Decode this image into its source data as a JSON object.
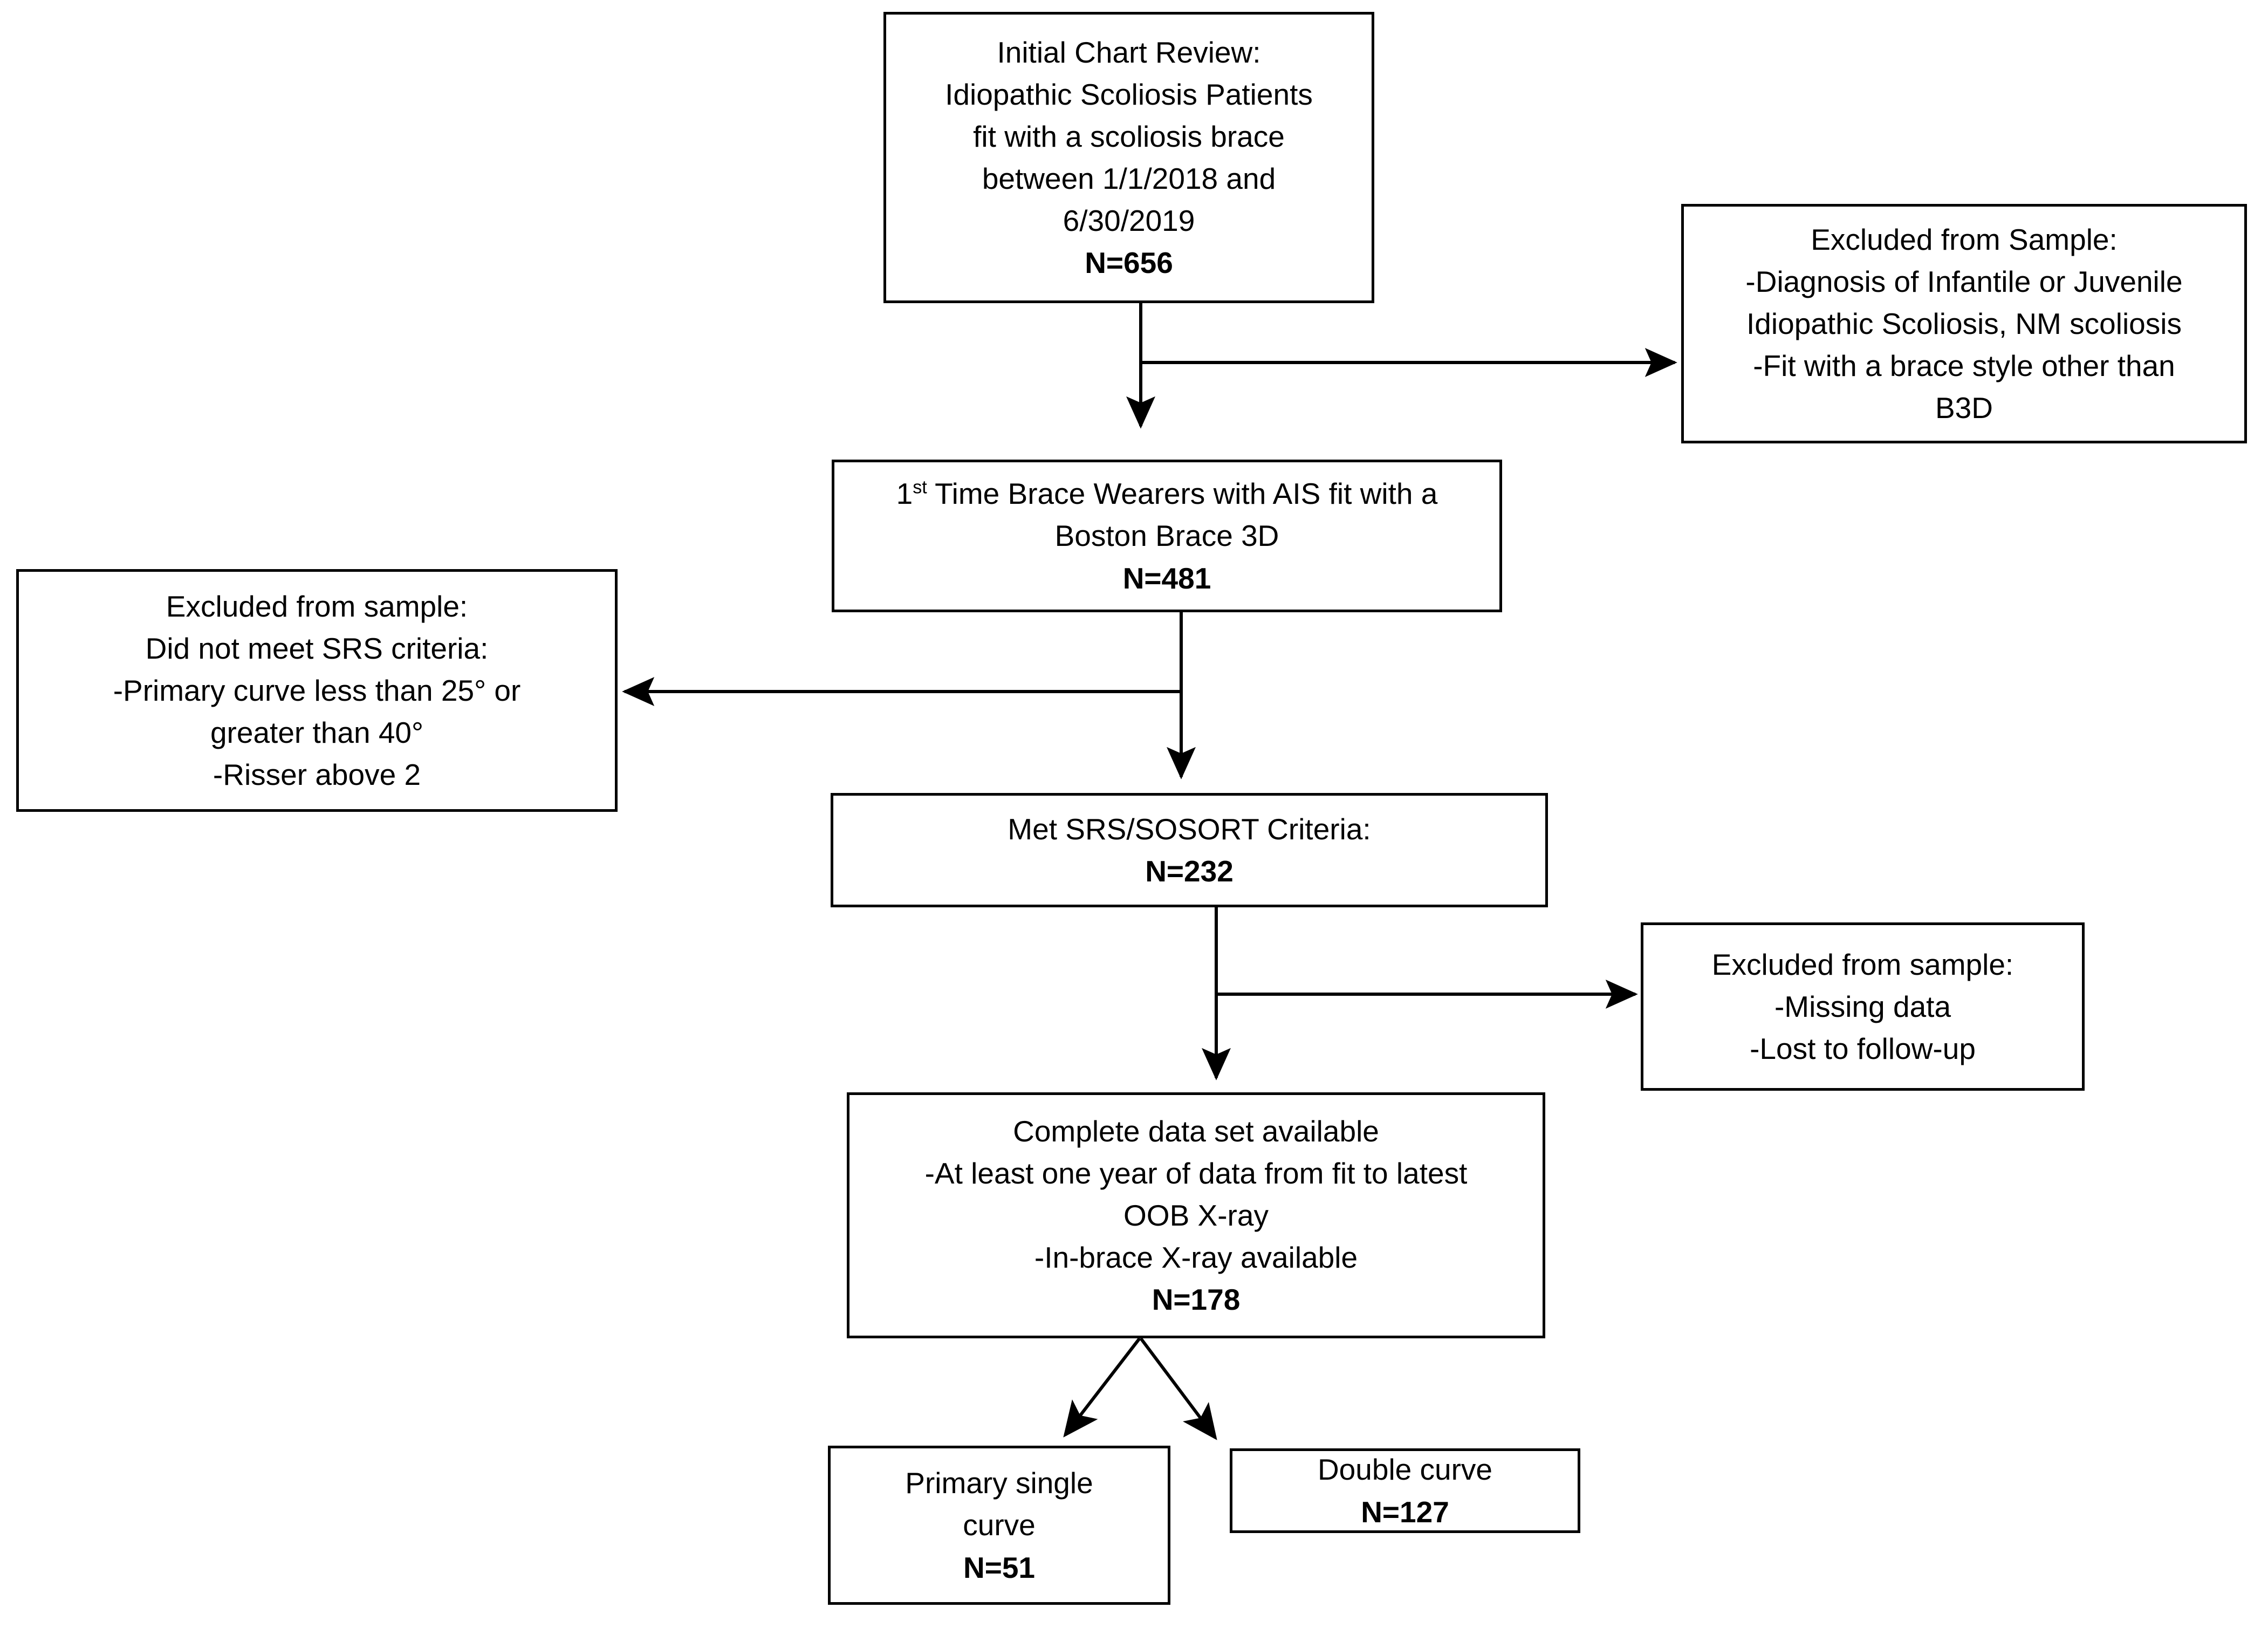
{
  "diagram": {
    "title": "Idiopathic Scoliosis Brace Study Patient Flow Diagram",
    "type": "flowchart",
    "line_color": "#000000",
    "box_fill": "#ffffff",
    "text_color": "#000000"
  },
  "nodes": {
    "initial_chart_review": {
      "line1": "Initial Chart Review:",
      "line2": "Idiopathic Scoliosis Patients",
      "line3": "fit with a scoliosis brace",
      "line4": "between 1/1/2018 and",
      "line5": "6/30/2019",
      "count": "N=656"
    },
    "excluded_sample_top": {
      "line1": "Excluded from Sample:",
      "line2": "-Diagnosis of Infantile or Juvenile",
      "line3": "Idiopathic Scoliosis, NM scoliosis",
      "line4": "-Fit with a brace style other than",
      "line5": "B3D"
    },
    "first_time_brace_wearers": {
      "line1_pre": "1",
      "line1_sup": "st",
      "line1_post": " Time Brace Wearers with AIS fit with a",
      "line2": "Boston Brace 3D",
      "count": "N=481"
    },
    "excluded_sample_left": {
      "line1": "Excluded from sample:",
      "line2": "Did not meet SRS criteria:",
      "line3": "-Primary curve less than 25° or",
      "line4": "greater than 40°",
      "line5": "-Risser above 2"
    },
    "met_criteria": {
      "line1": "Met SRS/SOSORT Criteria:",
      "count": "N=232"
    },
    "excluded_sample_right": {
      "line1": "Excluded from sample:",
      "line2": "-Missing data",
      "line3": "-Lost to follow-up"
    },
    "complete_data_set": {
      "line1": "Complete data set available",
      "line2": "-At least one year of data from fit to latest",
      "line3": "OOB X-ray",
      "line4": "-In-brace X-ray available",
      "count": "N=178"
    },
    "primary_single_curve": {
      "line1": "Primary single",
      "line2": "curve",
      "count": "N=51"
    },
    "double_curve": {
      "line1": "Double curve",
      "count": "N=127"
    }
  }
}
